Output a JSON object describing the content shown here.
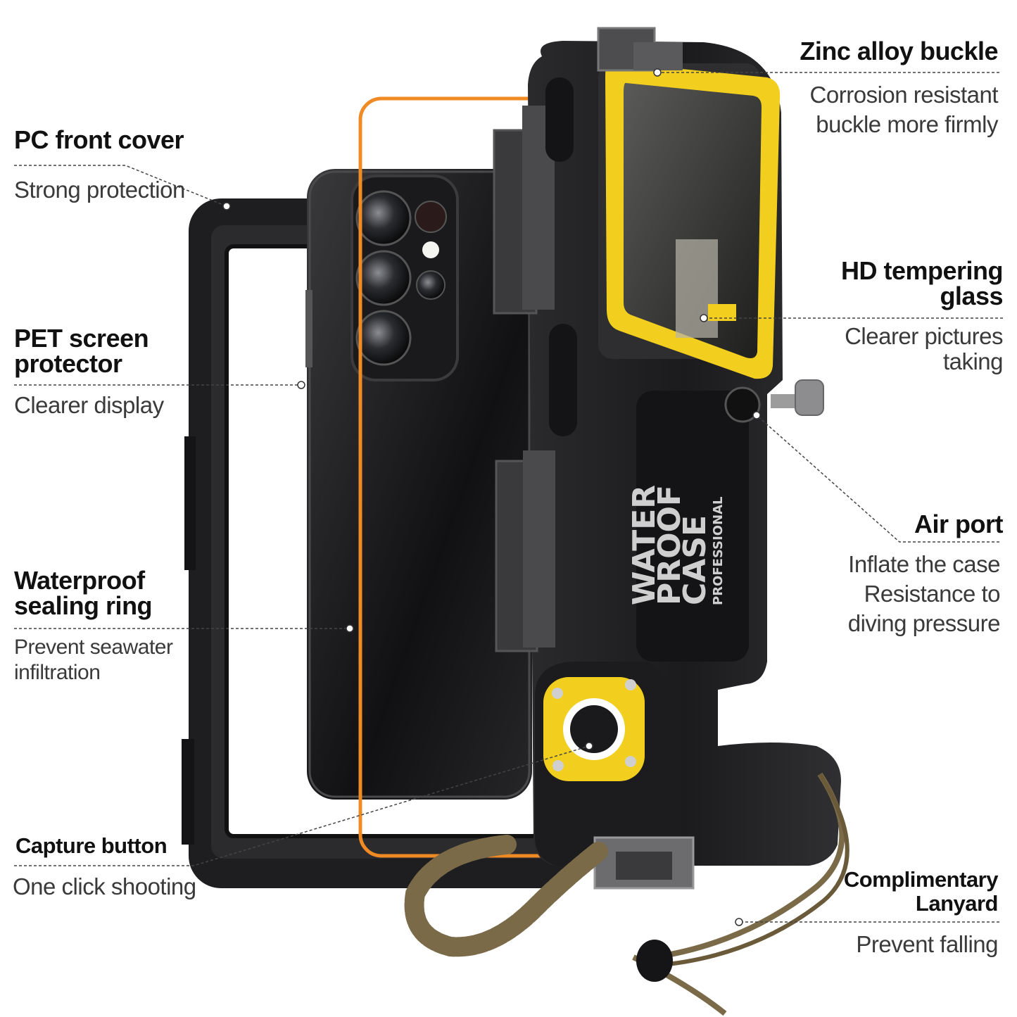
{
  "features": {
    "pc_front_cover": {
      "title": "PC front cover",
      "desc": "Strong protection"
    },
    "pet_screen_protector": {
      "title_line1": "PET screen",
      "title_line2": "protector",
      "desc": "Clearer display"
    },
    "waterproof_sealing_ring": {
      "title_line1": "Waterproof",
      "title_line2": "sealing ring",
      "desc_line1": "Prevent seawater",
      "desc_line2": "infiltration"
    },
    "capture_button": {
      "title": "Capture button",
      "desc": "One click shooting"
    },
    "zinc_alloy_buckle": {
      "title": "Zinc alloy buckle",
      "desc_line1": "Corrosion resistant",
      "desc_line2": "buckle more firmly"
    },
    "hd_tempering_glass": {
      "title_line1": "HD tempering",
      "title_line2": "glass",
      "desc_line1": "Clearer pictures",
      "desc_line2": "taking"
    },
    "air_port": {
      "title": "Air port",
      "desc_line1": "Inflate the case",
      "desc_line2": "Resistance to",
      "desc_line3": "diving pressure"
    },
    "complimentary_lanyard": {
      "title_line1": "Complimentary",
      "title_line2": "Lanyard",
      "desc": "Prevent falling"
    }
  },
  "product_stamp": {
    "line1": "WATER",
    "line2": "PROOF",
    "line3": "CASE",
    "line4": "PROFESSIONAL"
  },
  "colors": {
    "case_black": "#1c1c1e",
    "accent_yellow": "#f2cf1f",
    "gasket_orange": "#f08a24",
    "lanyard_brown": "#7a6a48"
  }
}
